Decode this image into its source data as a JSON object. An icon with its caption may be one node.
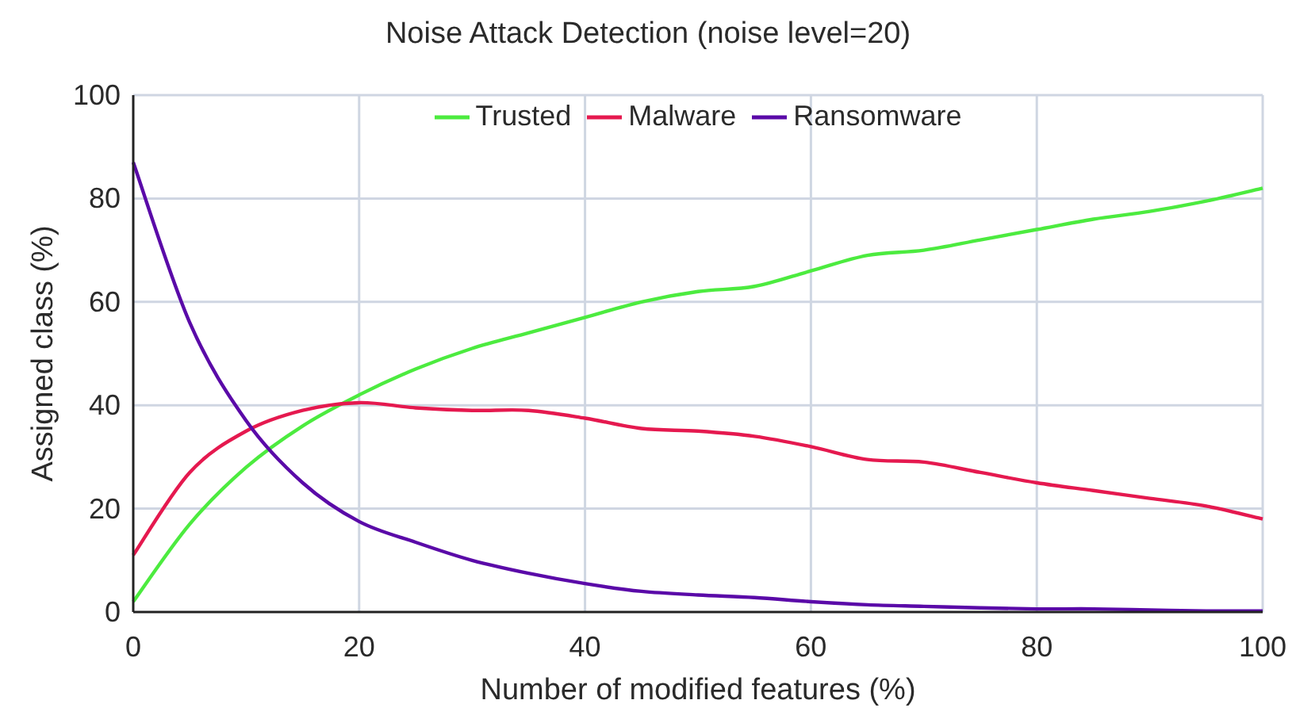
{
  "diagram": {
    "title": "Noise Attack Detection (noise level=20)",
    "chart_data": {
      "type": "line",
      "xlabel": "Number of modified features (%)",
      "ylabel": "Assigned class (%)",
      "x": [
        0,
        5,
        10,
        15,
        20,
        25,
        30,
        35,
        40,
        45,
        50,
        55,
        60,
        65,
        70,
        75,
        80,
        85,
        90,
        95,
        100
      ],
      "series": [
        {
          "name": "Trusted",
          "color": "#4ceb3f",
          "values": [
            2,
            17,
            28,
            36,
            42,
            47,
            51,
            54,
            57,
            60,
            62,
            63,
            66,
            69,
            70,
            72,
            74,
            76,
            77.5,
            79.5,
            82
          ]
        },
        {
          "name": "Malware",
          "color": "#e5194f",
          "values": [
            11,
            27,
            35,
            39,
            40.5,
            39.5,
            39,
            39,
            37.5,
            35.5,
            35,
            34,
            32,
            29.5,
            29,
            27,
            25,
            23.5,
            22,
            20.5,
            18
          ]
        },
        {
          "name": "Ransomware",
          "color": "#5a0aa8",
          "values": [
            87,
            56,
            37,
            25,
            17.5,
            13.5,
            10,
            7.5,
            5.5,
            4,
            3.3,
            2.8,
            2,
            1.4,
            1.1,
            0.8,
            0.6,
            0.6,
            0.4,
            0.2,
            0.2
          ]
        }
      ],
      "grid": true,
      "xlim": [
        0,
        100
      ],
      "ylim": [
        0,
        100
      ],
      "xticks": [
        0,
        20,
        40,
        60,
        80,
        100
      ],
      "yticks": [
        0,
        20,
        40,
        60,
        80,
        100
      ]
    }
  }
}
